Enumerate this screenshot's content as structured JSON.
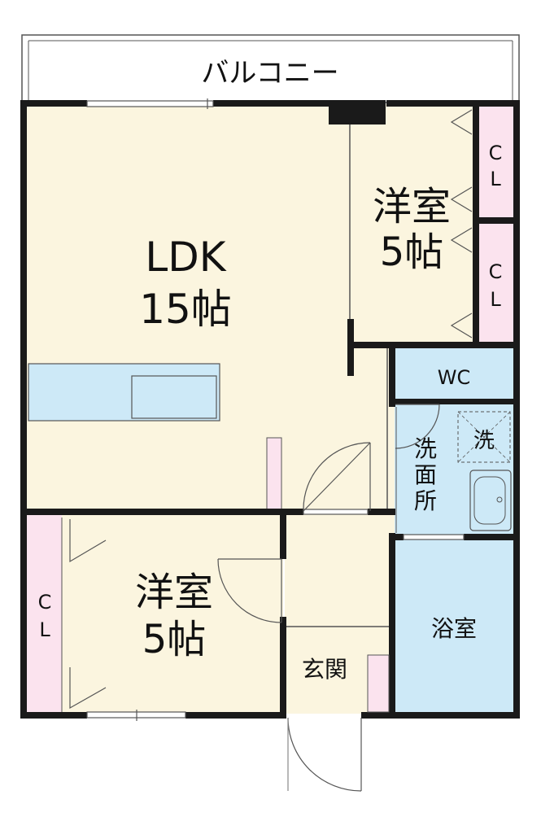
{
  "colors": {
    "room_fill": "#fbf5df",
    "water_fill": "#cde9f7",
    "closet_fill": "#fbe3ee",
    "wall": "#1a1a1a",
    "thin_line": "#555555"
  },
  "labels": {
    "balcony": "バルコニー",
    "ldk_name": "LDK",
    "ldk_size": "15帖",
    "bedroom_top_name": "洋室",
    "bedroom_top_size": "5帖",
    "bedroom_bottom_name": "洋室",
    "bedroom_bottom_size": "5帖",
    "closet_c": "C",
    "closet_l": "L",
    "wc": "WC",
    "washroom_1": "洗",
    "washroom_2": "面",
    "washroom_3": "所",
    "washer": "洗",
    "bathroom": "浴室",
    "entrance": "玄関"
  }
}
